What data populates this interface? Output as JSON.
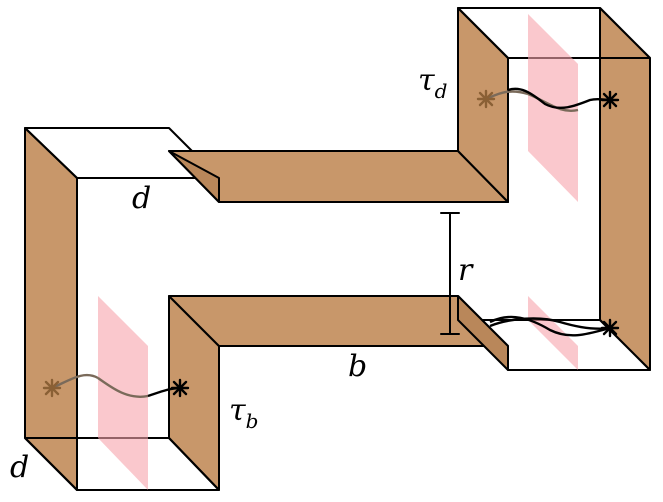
{
  "labels": {
    "tau_d": {
      "base": "τ",
      "sub": "d"
    },
    "tau_b": {
      "base": "τ",
      "sub": "b"
    },
    "d_top": "d",
    "d_bottom": "d",
    "r": "r",
    "b": "b"
  },
  "colors": {
    "band": "#c8976a",
    "band_dark": "#b9875a",
    "plane": "#f6a3ab",
    "marker_left": "#8a6035",
    "marker_right": "#000000"
  }
}
